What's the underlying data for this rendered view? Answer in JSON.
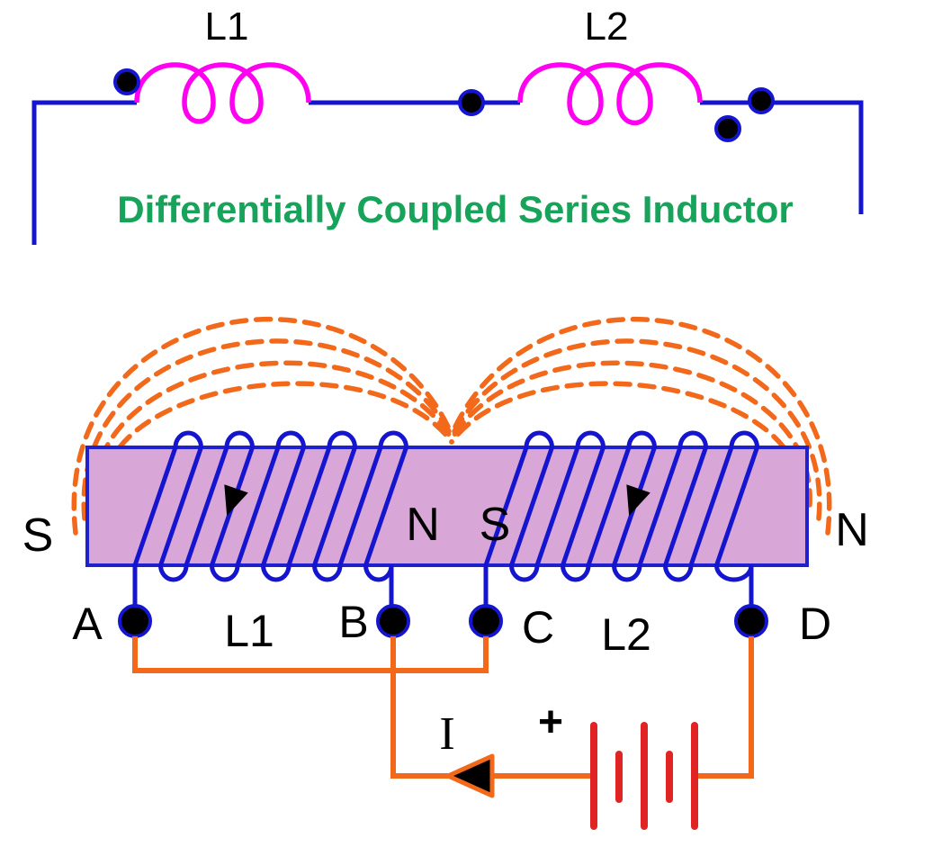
{
  "title": "Differentially Coupled Series Inductor",
  "schematic": {
    "l1_label": "L1",
    "l2_label": "L2"
  },
  "core": {
    "pole_far_left": "S",
    "pole_center_left": "N",
    "pole_center_right": "S",
    "pole_far_right": "N",
    "terminals": [
      "A",
      "B",
      "C",
      "D"
    ],
    "coil1_label": "L1",
    "coil2_label": "L2"
  },
  "circuit": {
    "current_label": "I",
    "polarity_plus": "+"
  },
  "colors": {
    "wire_blue": "#1515cf",
    "coil_magenta": "#ff00f0",
    "title_green": "#17a35a",
    "field_orange": "#f2691c",
    "battery_red": "#e02424",
    "core_fill": "#d9a6d8",
    "core_stroke": "#2020cc",
    "dot_black": "#000000"
  }
}
